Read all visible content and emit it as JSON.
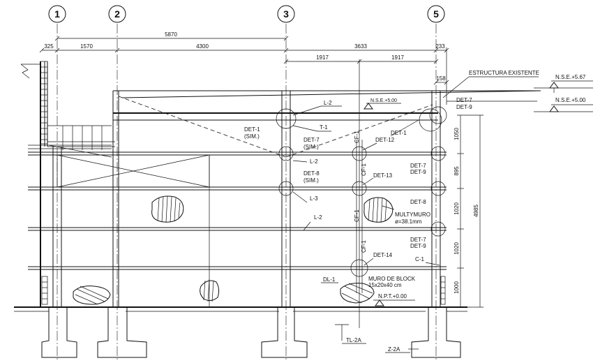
{
  "axes": [
    "1",
    "2",
    "3",
    "5"
  ],
  "top_dims": {
    "overall_left": "5870",
    "overall_right": "3633",
    "left_offset": "325",
    "span_a": "1570",
    "span_b": "4300",
    "half_a": "1917",
    "half_b": "1917",
    "right_offset": "233",
    "right_small": "158"
  },
  "right_dims": {
    "d1": "1050",
    "d2": "895",
    "d3": "1020",
    "d4": "1020",
    "d5": "1000",
    "total": "4985"
  },
  "levels": {
    "nse_a": "N.S.E.+5.67",
    "nse_b": "N.S.E.+5.00",
    "nse_mid": "N.S.E.+5.00",
    "npt": "N.P.T.+0.00"
  },
  "labels": {
    "estructura": "ESTRUCTURA EXISTENTE",
    "det7_a": "DET-7",
    "det9_a": "DET-9",
    "l2_a": "L-2",
    "t1": "T-1",
    "det1_sim": "DET-1",
    "sim1": "(SIM.)",
    "det7_sim": "DET-7",
    "sim2": "(SIM.)",
    "det1": "DET-1",
    "cf1_a": "CF-1",
    "det12": "DET-12",
    "l2_b": "L-2",
    "det7_b": "DET-7",
    "det9_b": "DET-9",
    "det8_sim": "DET-8",
    "sim3": "(SIM.)",
    "cf1_b": "CF-1",
    "det13": "DET-13",
    "l3": "L-3",
    "det8": "DET-8",
    "cf1_c": "CF-1",
    "multymuro": "MULTYMURO",
    "multymuro_dia": "ø=38.1mm",
    "l2_c": "L-2",
    "det7_c": "DET-7",
    "det9_c": "DET-9",
    "cf1_d": "CF-1",
    "det14": "DET-14",
    "c1": "C-1",
    "dl1": "DL-1",
    "muro_block": "MURO DE BLOCK",
    "muro_size": "15x20x40 cm",
    "tl2a": "TL-2A",
    "z2a": "Z-2A"
  }
}
